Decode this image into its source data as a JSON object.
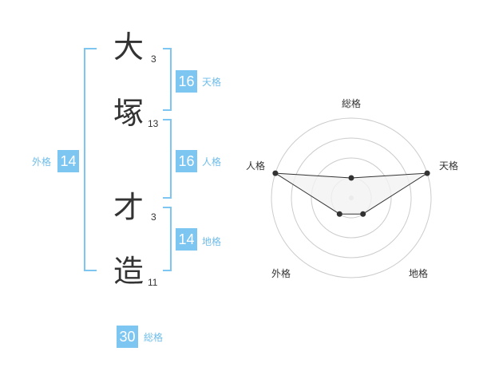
{
  "name": {
    "chars": [
      {
        "char": "大",
        "strokes": "3"
      },
      {
        "char": "塚",
        "strokes": "13"
      },
      {
        "char": "才",
        "strokes": "3"
      },
      {
        "char": "造",
        "strokes": "11"
      }
    ]
  },
  "fortunes": {
    "tenkaku": {
      "value": "16",
      "label": "天格"
    },
    "jinkaku": {
      "value": "16",
      "label": "人格"
    },
    "chikaku": {
      "value": "14",
      "label": "地格"
    },
    "gaikaku": {
      "value": "14",
      "label": "外格"
    },
    "soukaku": {
      "value": "30",
      "label": "総格"
    }
  },
  "colors": {
    "accent": "#7ec6f2",
    "accent_text": "#6fbde9",
    "text": "#333333",
    "grid": "#cccccc",
    "polygon_fill": "#f2f2f2",
    "polygon_line": "#333333"
  },
  "chart_data": {
    "type": "radar",
    "axes": [
      "総格",
      "天格",
      "地格",
      "外格",
      "人格"
    ],
    "levels": 4,
    "values": [
      1,
      4,
      1,
      1,
      4
    ],
    "max": 4
  }
}
